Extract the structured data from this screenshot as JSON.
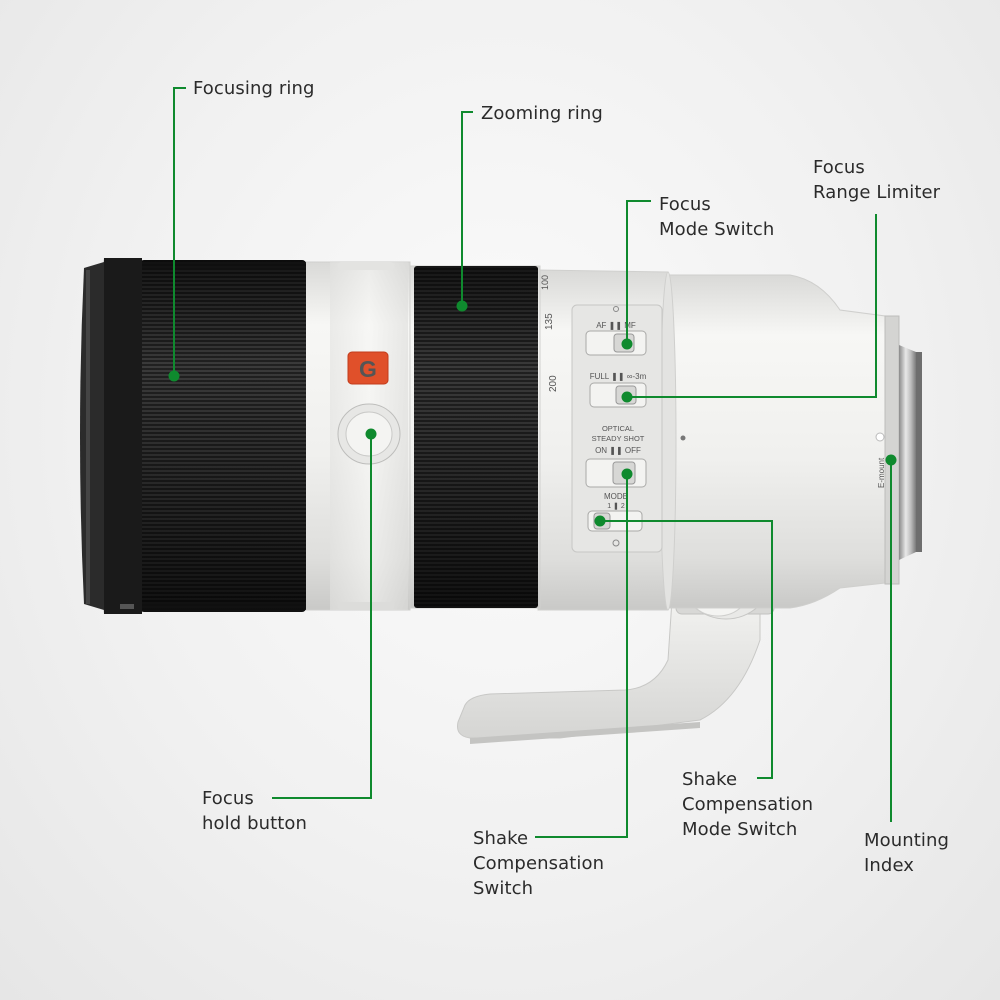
{
  "callouts": {
    "focusing_ring": "Focusing ring",
    "zooming_ring": "Zooming ring",
    "focus_mode_switch": [
      "Focus",
      "Mode Switch"
    ],
    "focus_range_limiter": [
      "Focus",
      "Range Limiter"
    ],
    "focus_hold_button": [
      "Focus",
      "hold button"
    ],
    "shake_compensation_switch": [
      "Shake",
      "Compensation",
      "Switch"
    ],
    "shake_compensation_mode_switch": [
      "Shake",
      "Compensation",
      "Mode Switch"
    ],
    "mounting_index": [
      "Mounting",
      "Index"
    ]
  },
  "lens_markings": {
    "g_badge": "G",
    "zoom_scale": [
      "200",
      "135",
      "100"
    ],
    "af_mf": "AF ❚❚ MF",
    "full_range": "FULL ❚❚ ∞-3m",
    "optical": "OPTICAL",
    "steady_shot": "STEADY SHOT",
    "on_off": "ON ❚❚ OFF",
    "mode": "MODE",
    "mode_positions": "1 ❚ 2",
    "e_mount": "E-mount"
  },
  "colors": {
    "leader_line": "#0f8a2e",
    "lens_body": "#ececea",
    "rubber_ring": "#2a2a2a",
    "g_badge": "#e0502a"
  }
}
